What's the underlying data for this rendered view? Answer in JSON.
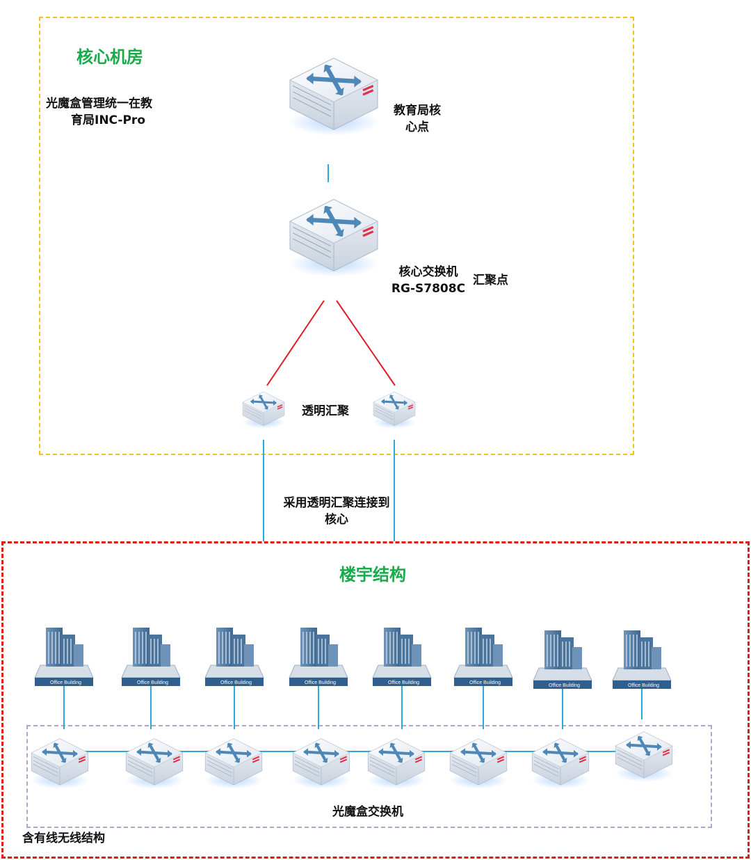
{
  "core_room": {
    "title": "核心机房",
    "note_line1": "光魔盒管理统一在教",
    "note_line2": "育局INC-Pro"
  },
  "edu_core": {
    "line1": "教育局核",
    "line2": "心点"
  },
  "core_switch": {
    "line1": "核心交换机",
    "line2": "RG-S7808C",
    "role": "汇聚点"
  },
  "transparent_agg": {
    "label": "透明汇聚"
  },
  "uplink_note": {
    "line1": "采用透明汇聚连接到",
    "line2": "核心"
  },
  "building": {
    "title": "楼宇结构",
    "building_caption": "Office Building",
    "ring_label": "光魔盒交换机",
    "wired_wireless_label": "含有线无线结构"
  },
  "colors": {
    "core_zone_border": "#f3c21e",
    "building_zone_border": "#e01b1b",
    "ring_zone_border": "#b3a2cc",
    "section_title": "#1aaa4a",
    "blue_link": "#29abe2",
    "red_link": "#e01b24"
  }
}
